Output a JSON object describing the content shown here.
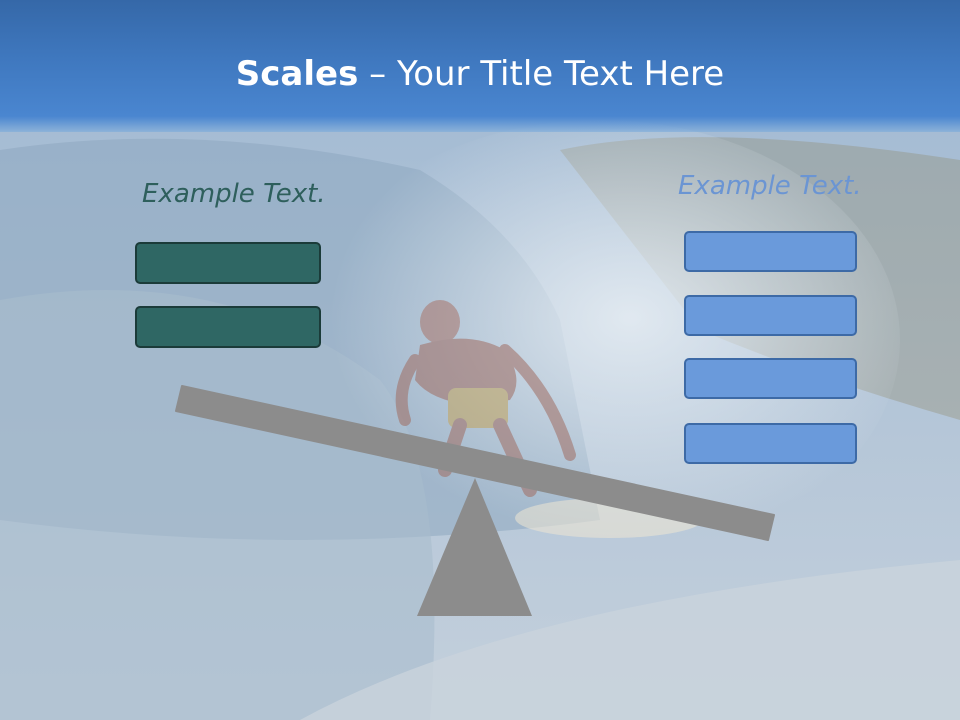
{
  "header": {
    "title_bold": "Scales",
    "title_rest": " – Your Title Text Here"
  },
  "left": {
    "label": "Example Text.",
    "box_count": 2,
    "box_color": "#2f6764"
  },
  "right": {
    "label": "Example Text.",
    "box_count": 4,
    "box_color": "#6a9adb"
  },
  "scale": {
    "beam_color": "#8c8c8c",
    "fulcrum_color": "#8c8c8c",
    "tilt": "right-side-down"
  },
  "colors": {
    "header": "#3f78bf",
    "background": "#b9c9d9"
  }
}
